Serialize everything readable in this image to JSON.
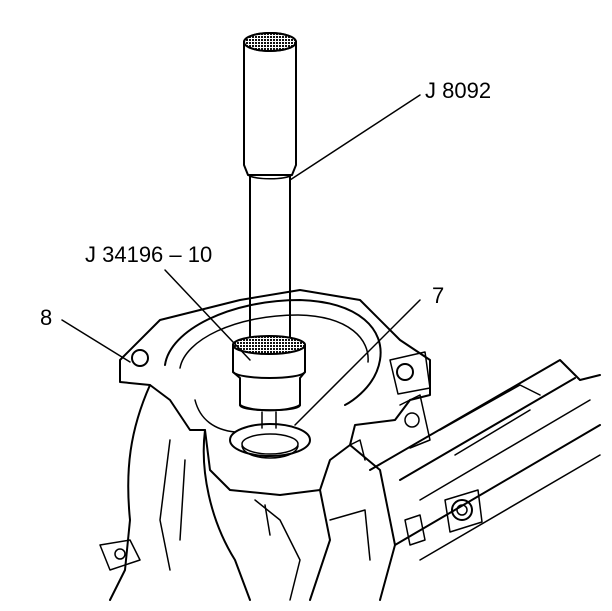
{
  "labels": {
    "tool_driver": "J 8092",
    "tool_installer": "J 34196 – 10",
    "callout_seal": "7",
    "callout_housing": "8"
  }
}
